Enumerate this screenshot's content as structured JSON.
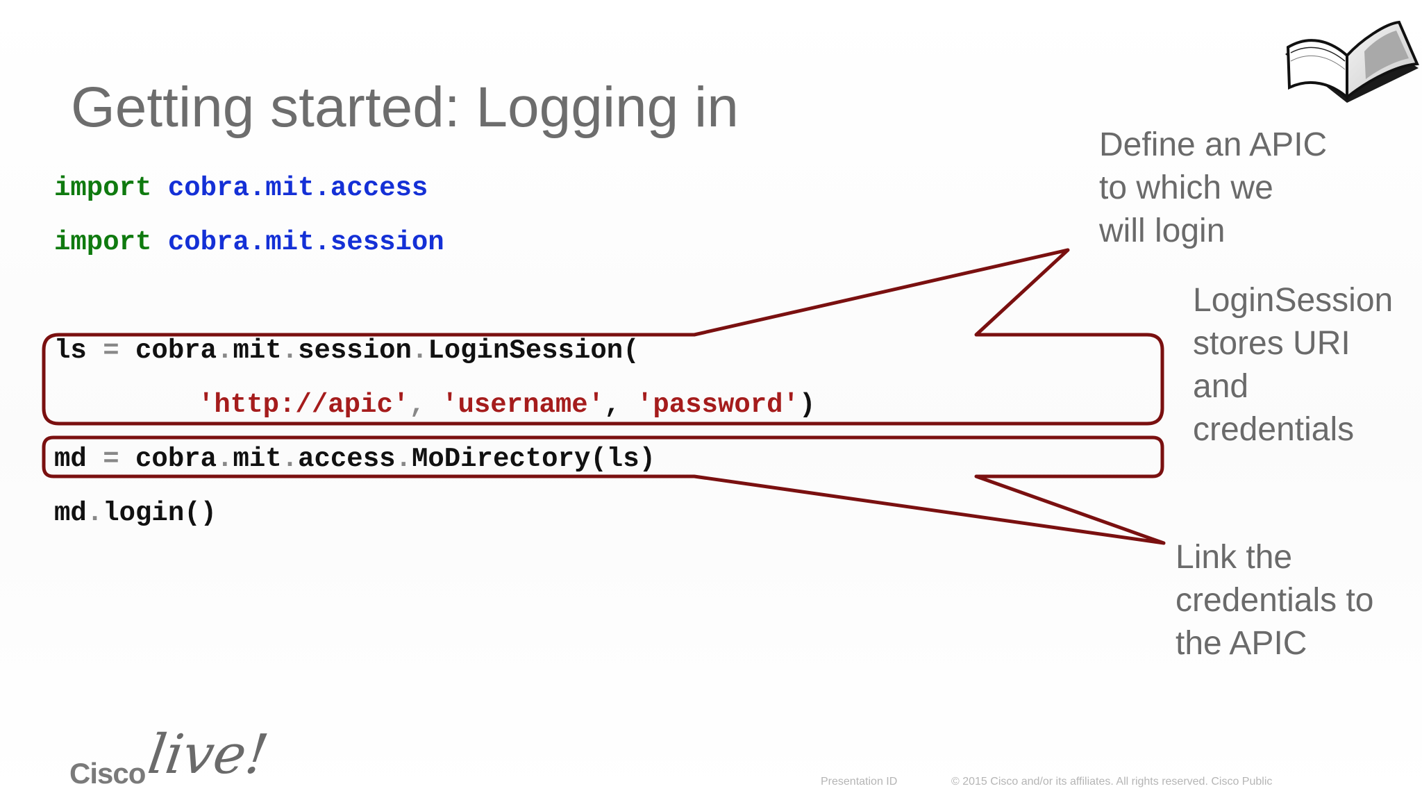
{
  "slide": {
    "title": "Getting started: Logging in",
    "code": {
      "line1": {
        "keyword": "import",
        "module": "cobra.mit.access"
      },
      "line2": {
        "keyword": "import",
        "module": "cobra.mit.session"
      },
      "line3": {
        "var": "ls",
        "op": "=",
        "obj1": "cobra",
        "obj2": "mit",
        "obj3": "session",
        "cls": "LoginSession",
        "open": "("
      },
      "line4": {
        "arg1": "'http://apic'",
        "sep1": ",",
        "arg2": "'username'",
        "sep2": ",",
        "arg3": "'password'",
        "close": ")"
      },
      "line5": {
        "var": "md",
        "op": "=",
        "obj1": "cobra",
        "obj2": "mit",
        "obj3": "access",
        "cls": "MoDirectory",
        "args": "(ls)"
      },
      "line6": {
        "obj": "md",
        "call": "login()"
      }
    },
    "callouts": {
      "apic": [
        "Define an APIC",
        "to which we",
        "will login"
      ],
      "login_session": [
        "LoginSession",
        "stores URI",
        "and",
        "credentials"
      ],
      "link": [
        "Link the",
        "credentials to",
        "the APIC"
      ]
    },
    "logo": {
      "brand": "Cisco",
      "script": "live!"
    },
    "footer": {
      "presentation_id": "Presentation ID",
      "copyright": "© 2015  Cisco and/or its affiliates. All rights reserved.   Cisco Public"
    },
    "colors": {
      "callout_outline": "#7a1010",
      "keyword": "#0f7a0f",
      "module": "#1430d6",
      "string": "#a51c1c",
      "title": "#6d6d6d"
    },
    "icons": [
      "open-book-icon"
    ]
  }
}
